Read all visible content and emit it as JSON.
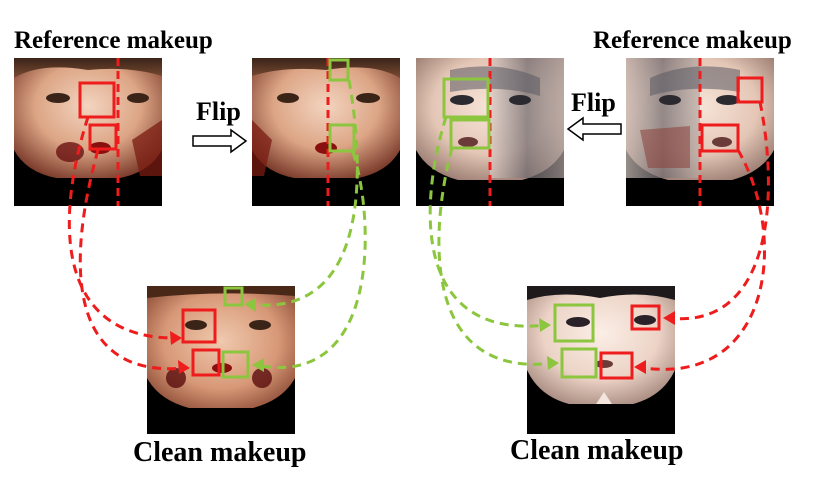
{
  "labels": {
    "reference_left": "Reference makeup",
    "reference_right": "Reference makeup",
    "flip_left": "Flip",
    "flip_right": "Flip",
    "clean_left": "Clean makeup",
    "clean_right": "Clean makeup"
  },
  "colors": {
    "reference_marker": "#ee1c1c",
    "flipped_marker": "#8cc63f",
    "skin_light": "#f0d2bd",
    "skin_warm": "#d9a083",
    "background": "#000000"
  },
  "icons": {
    "flip_arrow_left": "arrow-right-outline-icon",
    "flip_arrow_right": "arrow-left-outline-icon"
  }
}
